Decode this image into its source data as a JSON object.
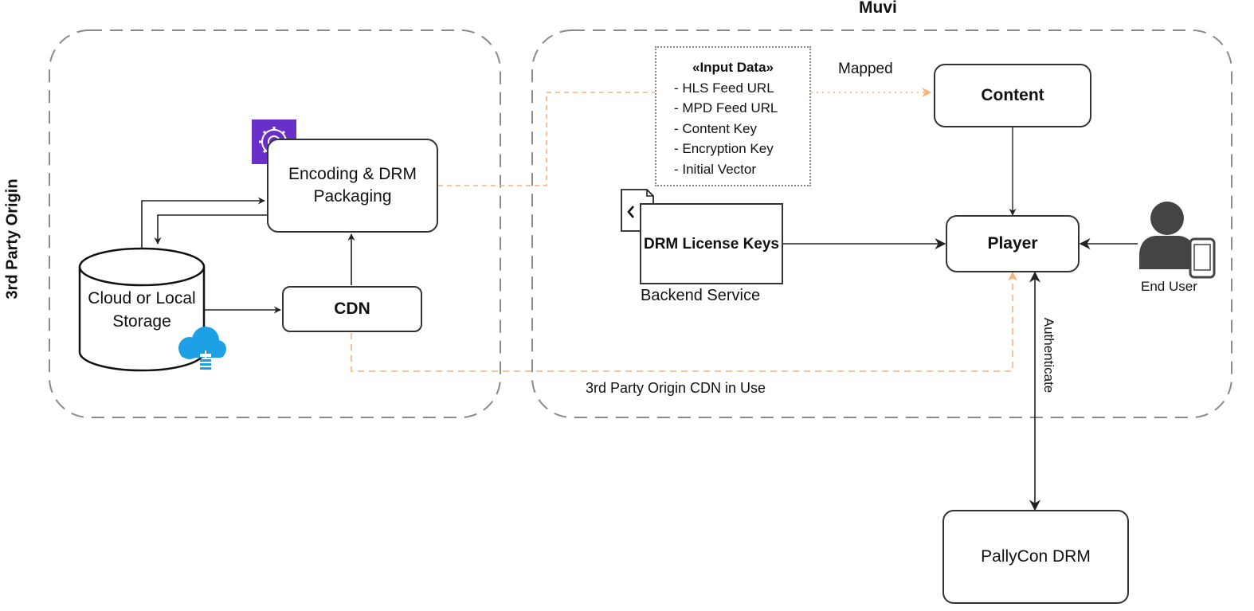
{
  "groups": {
    "third_party_origin": "3rd Party Origin",
    "muvi": "Muvi"
  },
  "nodes": {
    "encoding": "Encoding & DRM Packaging",
    "storage": "Cloud or Local Storage",
    "cdn": "CDN",
    "drm_keys": "DRM License Keys",
    "backend_service": "Backend Service",
    "content": "Content",
    "player": "Player",
    "end_user": "End User",
    "pallycon": "PallyCon DRM"
  },
  "input_data": {
    "title": "«Input Data»",
    "items": [
      "- HLS Feed URL",
      "- MPD Feed URL",
      "- Content Key",
      "- Encryption Key",
      "- Initial Vector"
    ]
  },
  "edge_labels": {
    "mapped": "Mapped",
    "cdn_in_use": "3rd Party Origin CDN in Use",
    "authenticate": "Authenticate"
  },
  "icons": {
    "encoding_service": "gear-media-service-icon",
    "cloud_storage": "cloud-storage-icon",
    "code_document": "code-document-icon",
    "end_user": "user-with-phone-icon"
  },
  "colors": {
    "accent_orange": "#f7b27a",
    "service_purple": "#6b2fc9",
    "cloud_blue": "#1ea0e6",
    "group_border": "#8a8a8a"
  }
}
